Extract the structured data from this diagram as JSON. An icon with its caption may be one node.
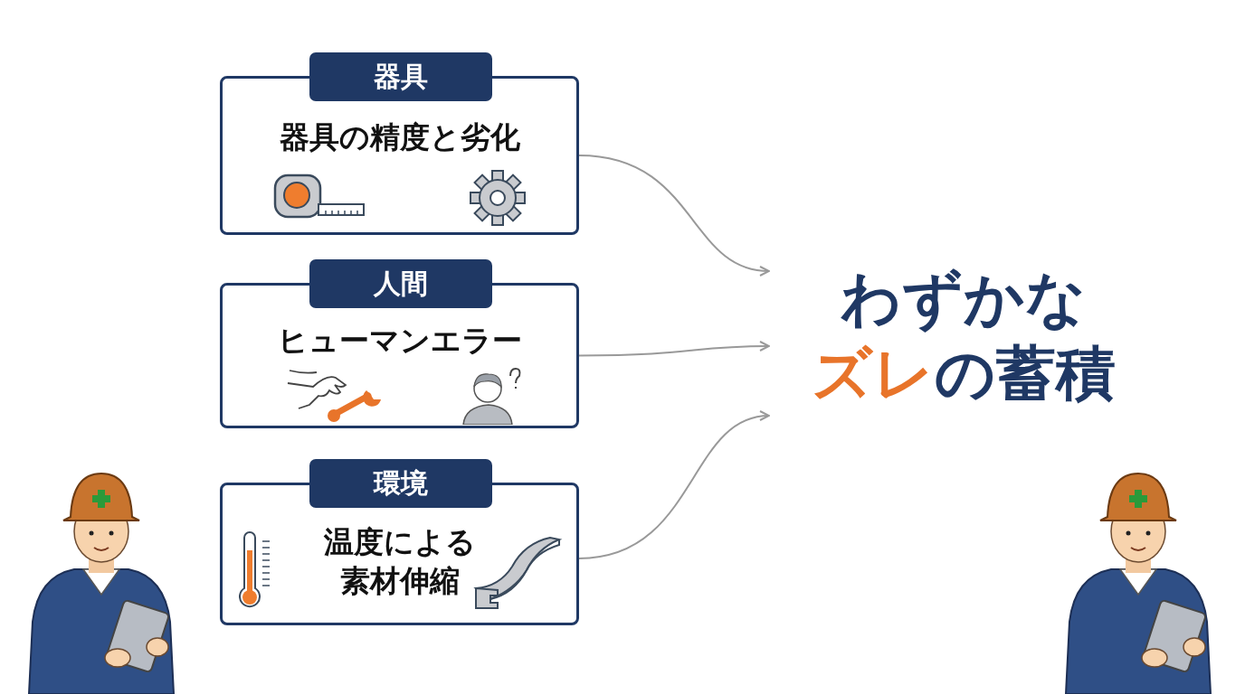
{
  "diagram": {
    "nodes": [
      {
        "text": [
          "器具",
          "器具の精度と劣化"
        ]
      },
      {
        "text": [
          "人間",
          "ヒューマンエラー"
        ]
      },
      {
        "text": [
          "環境",
          "温度による素材伸縮"
        ]
      },
      {
        "text": [
          "わずかな",
          "ズレ",
          "の蓄積"
        ]
      }
    ],
    "edges": [
      {
        "from": 0,
        "to": 3,
        "arrow": "to"
      },
      {
        "from": 1,
        "to": 3,
        "arrow": "to"
      },
      {
        "from": 2,
        "to": 3,
        "arrow": "to"
      }
    ]
  }
}
